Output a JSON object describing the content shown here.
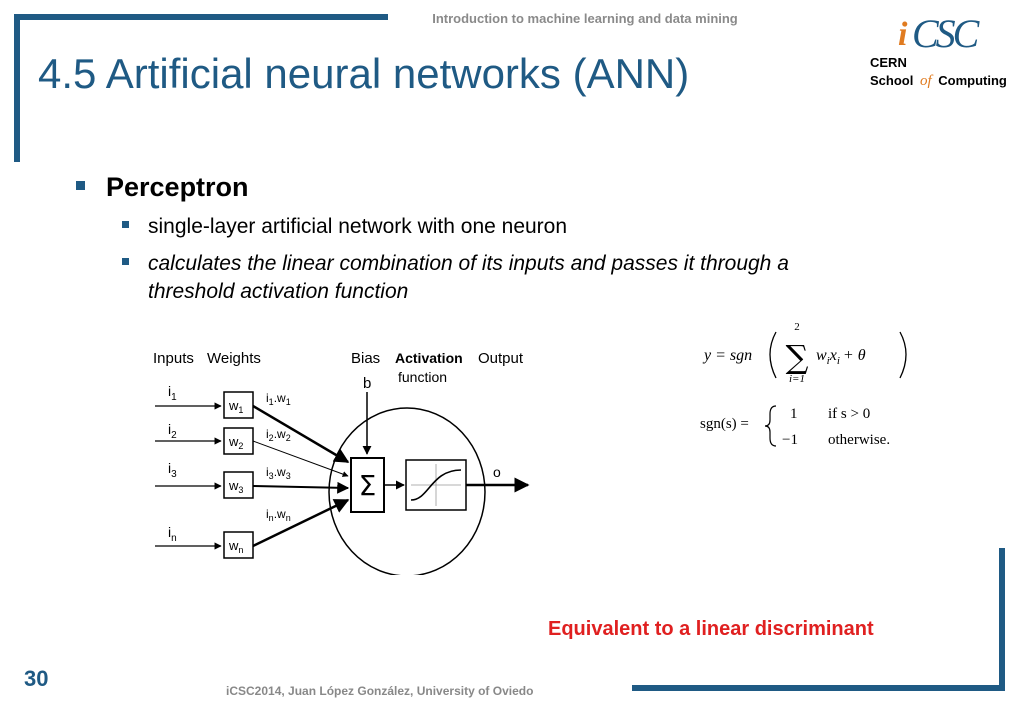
{
  "header": {
    "course": "Introduction to machine learning and data mining",
    "title": "4.5 Artificial neural networks (ANN)"
  },
  "logo": {
    "brand_i": "i",
    "brand_csc": "CSC",
    "line1": "CERN",
    "line2_a": "School",
    "line2_of": "of",
    "line2_b": "Computing"
  },
  "bullets": {
    "level1": "Perceptron",
    "level2": [
      "single-layer artificial network with one neuron",
      "calculates the linear combination of its inputs and passes it through a",
      "threshold activation function"
    ]
  },
  "diagram": {
    "inputs_label": "Inputs",
    "weights_label": "Weights",
    "bias_label": "Bias",
    "bias_symbol": "b",
    "activation_label_1": "Activation",
    "activation_label_2": "function",
    "output_label": "Output",
    "output_symbol": "o",
    "sum_symbol": "Σ",
    "rows": [
      {
        "input": "i",
        "idx": "1",
        "weight": "w",
        "widx": "1",
        "prod_i": "i",
        "prod_iidx": "1",
        "prod_w": ".w",
        "prod_widx": "1"
      },
      {
        "input": "i",
        "idx": "2",
        "weight": "w",
        "widx": "2",
        "prod_i": "i",
        "prod_iidx": "2",
        "prod_w": ".w",
        "prod_widx": "2"
      },
      {
        "input": "i",
        "idx": "3",
        "weight": "w",
        "widx": "3",
        "prod_i": "i",
        "prod_iidx": "3",
        "prod_w": ".w",
        "prod_widx": "3"
      },
      {
        "input": "i",
        "idx": "n",
        "weight": "w",
        "widx": "n",
        "prod_i": "i",
        "prod_iidx": "n",
        "prod_w": ".w",
        "prod_widx": "n"
      }
    ]
  },
  "formula": {
    "lhs": "y = sgn",
    "sum_upper": "2",
    "sum_lower": "i=1",
    "sum_body": "w",
    "sum_body_sub_i": "i",
    "sum_body_x": "x",
    "sum_body_sub_i2": "i",
    "sum_tail": "+ θ",
    "sgn_lhs": "sgn(s) =",
    "case1_val": "1",
    "case1_cond": "if s > 0",
    "case2_val": "−1",
    "case2_cond": "otherwise."
  },
  "conclusion": "Equivalent to a linear discriminant",
  "footer": {
    "page_number": "30",
    "credit": "iCSC2014, Juan López González, University of Oviedo"
  },
  "colors": {
    "accent": "#1f5a84",
    "highlight": "#e02020",
    "logo_orange": "#e07b20"
  }
}
